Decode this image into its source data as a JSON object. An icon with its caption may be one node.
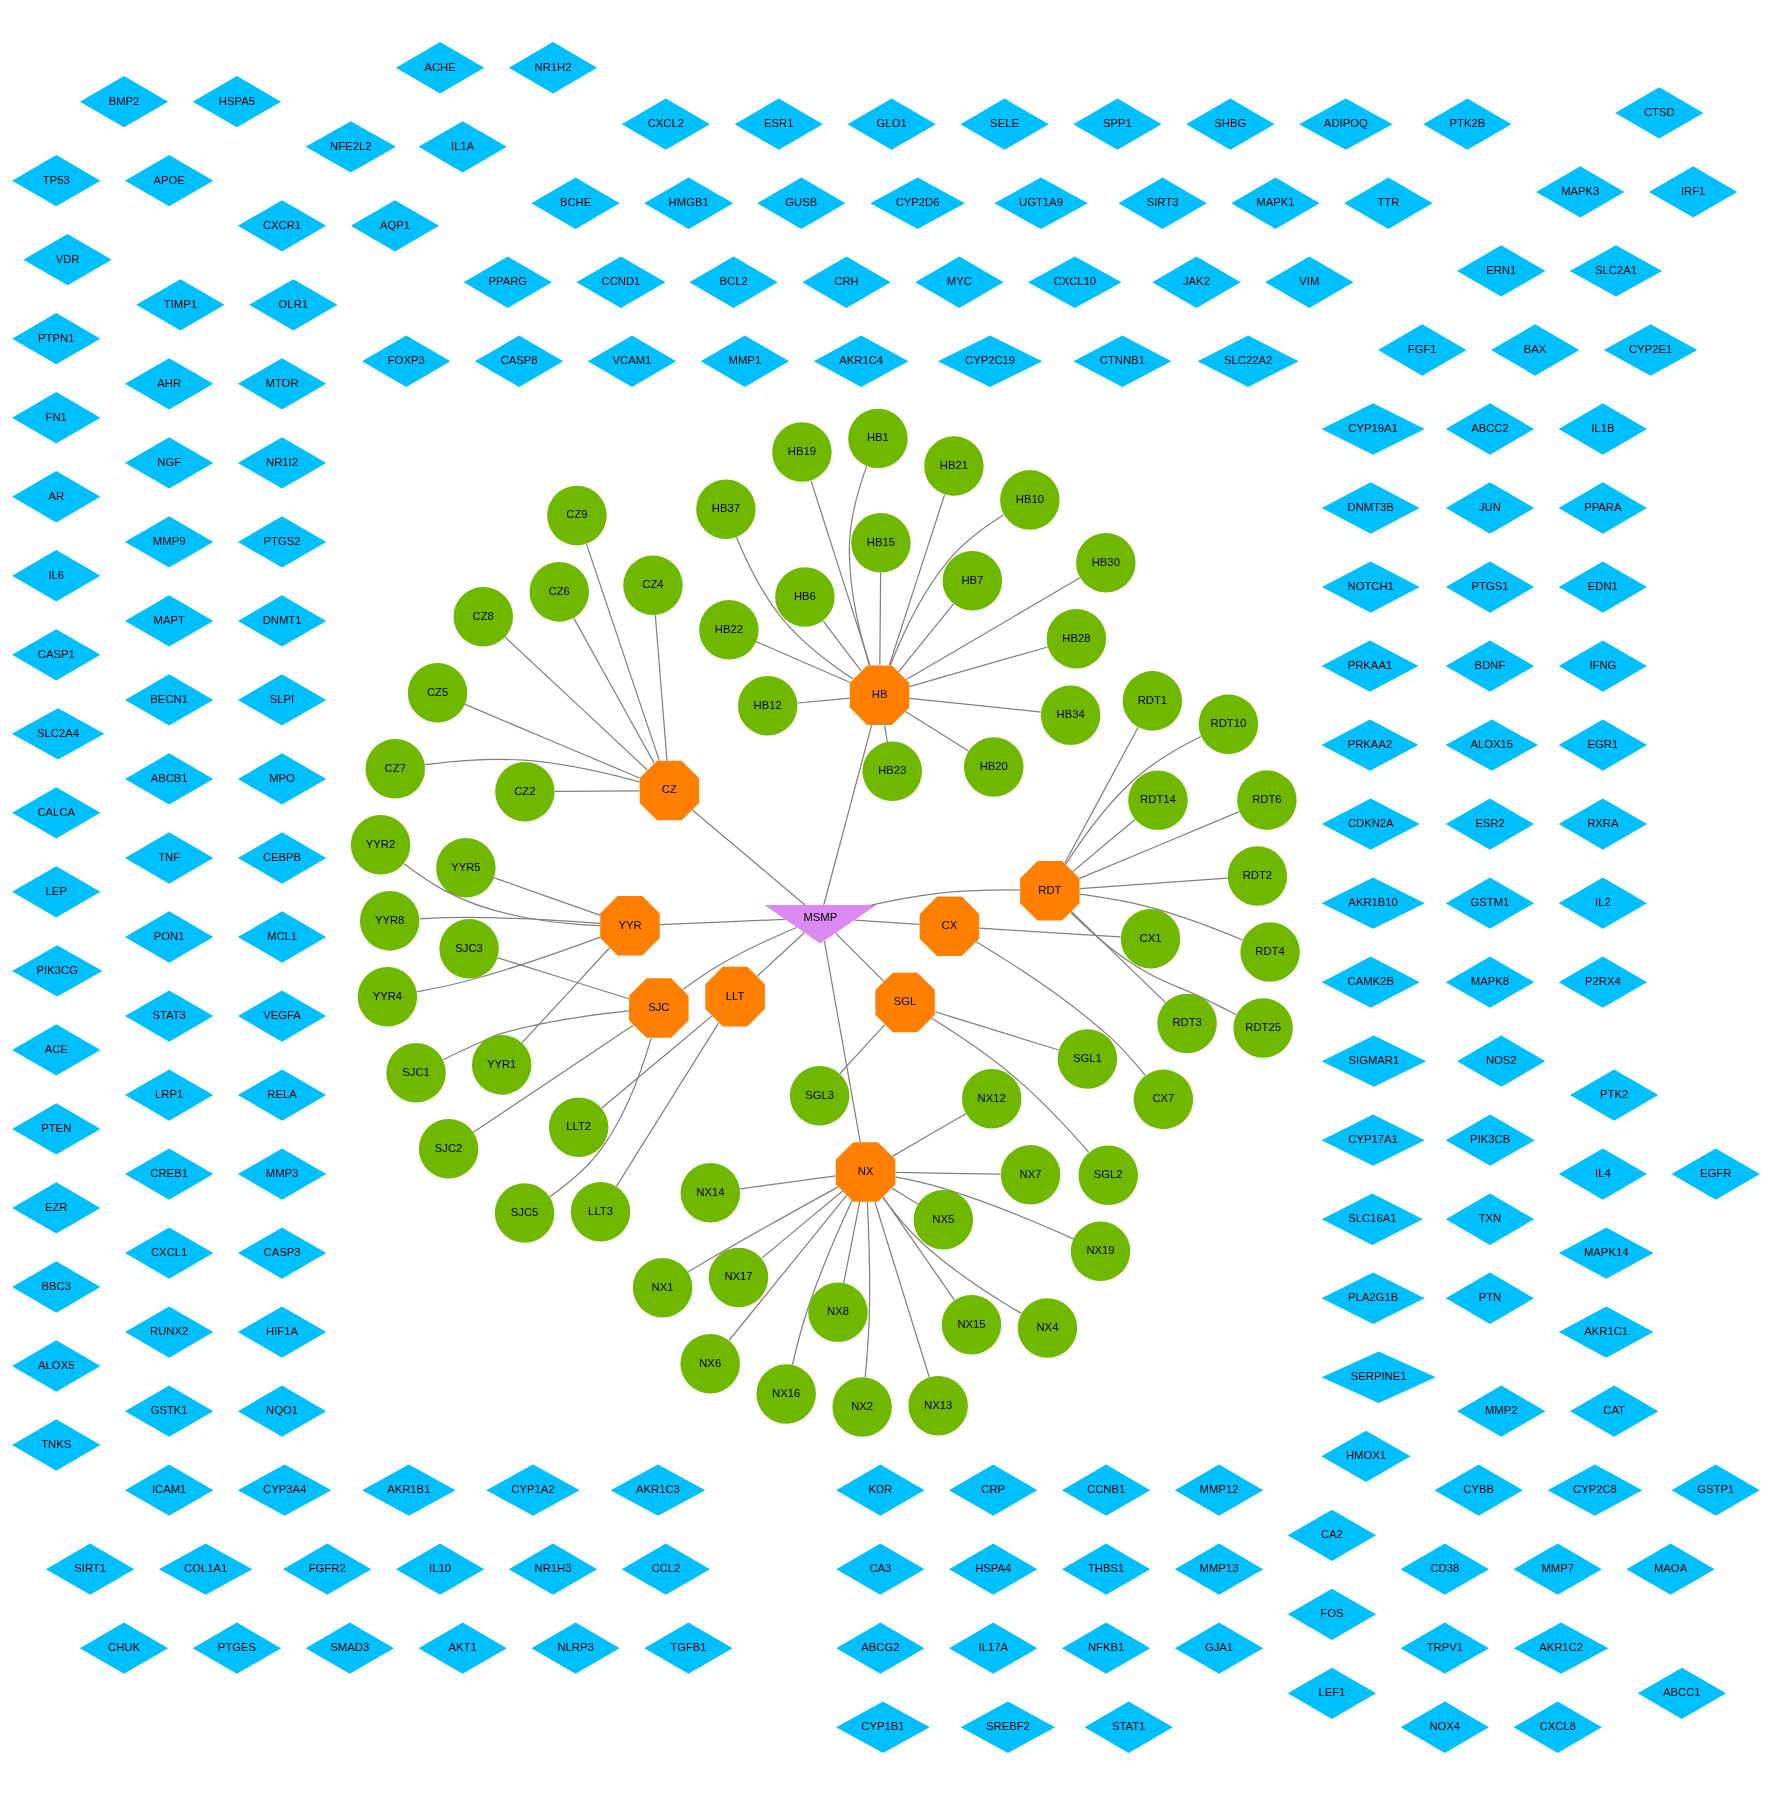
{
  "diagram": {
    "nodes": [
      {
        "text": [
          "MSMP"
        ]
      },
      {
        "text": [
          "HB"
        ]
      },
      {
        "text": [
          "NX"
        ]
      },
      {
        "text": [
          "CZ"
        ]
      },
      {
        "text": [
          "RDT"
        ]
      },
      {
        "text": [
          "SJC"
        ]
      },
      {
        "text": [
          "YYR"
        ]
      },
      {
        "text": [
          "CX"
        ]
      },
      {
        "text": [
          "SGL"
        ]
      },
      {
        "text": [
          "LLT"
        ]
      },
      {
        "text": [
          "HB23"
        ]
      },
      {
        "text": [
          "HB22"
        ]
      },
      {
        "text": [
          "HB28"
        ]
      },
      {
        "text": [
          "HB30"
        ]
      },
      {
        "text": [
          "HB21"
        ]
      },
      {
        "text": [
          "HB20"
        ]
      },
      {
        "text": [
          "HB34"
        ]
      },
      {
        "text": [
          "HB19"
        ]
      },
      {
        "text": [
          "HB37"
        ]
      },
      {
        "text": [
          "HB15"
        ]
      },
      {
        "text": [
          "HB6"
        ]
      },
      {
        "text": [
          "HB12"
        ]
      },
      {
        "text": [
          "HB7"
        ]
      },
      {
        "text": [
          "HB10"
        ]
      },
      {
        "text": [
          "HB1"
        ]
      },
      {
        "text": [
          "NX2"
        ]
      },
      {
        "text": [
          "NX19"
        ]
      },
      {
        "text": [
          "NX17"
        ]
      },
      {
        "text": [
          "NX16"
        ]
      },
      {
        "text": [
          "NX4"
        ]
      },
      {
        "text": [
          "NX5"
        ]
      },
      {
        "text": [
          "NX15"
        ]
      },
      {
        "text": [
          "NX6"
        ]
      },
      {
        "text": [
          "NX14"
        ]
      },
      {
        "text": [
          "NX7"
        ]
      },
      {
        "text": [
          "NX13"
        ]
      },
      {
        "text": [
          "NX8"
        ]
      },
      {
        "text": [
          "NX12"
        ]
      },
      {
        "text": [
          "NX1"
        ]
      },
      {
        "text": [
          "CZ7"
        ]
      },
      {
        "text": [
          "CZ6"
        ]
      },
      {
        "text": [
          "CZ8"
        ]
      },
      {
        "text": [
          "CZ5"
        ]
      },
      {
        "text": [
          "CZ9"
        ]
      },
      {
        "text": [
          "CZ4"
        ]
      },
      {
        "text": [
          "CZ2"
        ]
      },
      {
        "text": [
          "RDT25"
        ]
      },
      {
        "text": [
          "RDT3"
        ]
      },
      {
        "text": [
          "RDT2"
        ]
      },
      {
        "text": [
          "RDT4"
        ]
      },
      {
        "text": [
          "RDT14"
        ]
      },
      {
        "text": [
          "RDT6"
        ]
      },
      {
        "text": [
          "RDT10"
        ]
      },
      {
        "text": [
          "RDT1"
        ]
      },
      {
        "text": [
          "SJC3"
        ]
      },
      {
        "text": [
          "SJC5"
        ]
      },
      {
        "text": [
          "SJC2"
        ]
      },
      {
        "text": [
          "SJC1"
        ]
      },
      {
        "text": [
          "YYR5"
        ]
      },
      {
        "text": [
          "YYR4"
        ]
      },
      {
        "text": [
          "YYR8"
        ]
      },
      {
        "text": [
          "YYR2"
        ]
      },
      {
        "text": [
          "YYR1"
        ]
      },
      {
        "text": [
          "CX1"
        ]
      },
      {
        "text": [
          "CX7"
        ]
      },
      {
        "text": [
          "SGL3"
        ]
      },
      {
        "text": [
          "SGL2"
        ]
      },
      {
        "text": [
          "SGL1"
        ]
      },
      {
        "text": [
          "LLT3"
        ]
      },
      {
        "text": [
          "LLT2"
        ]
      },
      {
        "text": [
          "AKR1C4"
        ]
      },
      {
        "text": [
          "MMP1"
        ]
      },
      {
        "text": [
          "VCAM1"
        ]
      },
      {
        "text": [
          "CASP8"
        ]
      },
      {
        "text": [
          "FOXP3"
        ]
      },
      {
        "text": [
          "FGF1"
        ]
      },
      {
        "text": [
          "HMOX1"
        ]
      },
      {
        "text": [
          "OLR1"
        ]
      },
      {
        "text": [
          "KDR"
        ]
      },
      {
        "text": [
          "CRP"
        ]
      },
      {
        "text": [
          "CCNB1"
        ]
      },
      {
        "text": [
          "MMP12"
        ]
      },
      {
        "text": [
          "CYBB"
        ]
      },
      {
        "text": [
          "MTOR"
        ]
      },
      {
        "text": [
          "CYP3A4"
        ]
      },
      {
        "text": [
          "NR1I2"
        ]
      },
      {
        "text": [
          "AKR1B1"
        ]
      },
      {
        "text": [
          "PTGS2"
        ]
      },
      {
        "text": [
          "PLA2G1B"
        ]
      },
      {
        "text": [
          "DNMT1"
        ]
      },
      {
        "text": [
          "SLPI"
        ]
      },
      {
        "text": [
          "MPO"
        ]
      },
      {
        "text": [
          "CEBPB"
        ]
      },
      {
        "text": [
          "MCL1"
        ]
      },
      {
        "text": [
          "VEGFA"
        ]
      },
      {
        "text": [
          "CYP1A2"
        ]
      },
      {
        "text": [
          "RELA"
        ]
      },
      {
        "text": [
          "MMP3"
        ]
      },
      {
        "text": [
          "SLC16A1"
        ]
      },
      {
        "text": [
          "CASP3"
        ]
      },
      {
        "text": [
          "AKR1C3"
        ]
      },
      {
        "text": [
          "HIF1A"
        ]
      },
      {
        "text": [
          "NQO1"
        ]
      },
      {
        "text": [
          "PTN"
        ]
      },
      {
        "text": [
          "TXN"
        ]
      },
      {
        "text": [
          "CYP17A1"
        ]
      },
      {
        "text": [
          "PIK3CB"
        ]
      },
      {
        "text": [
          "MAPK8"
        ]
      },
      {
        "text": [
          "GSTM1"
        ]
      },
      {
        "text": [
          "ESR2"
        ]
      },
      {
        "text": [
          "ALOX15"
        ]
      },
      {
        "text": [
          "BDNF"
        ]
      },
      {
        "text": [
          "PTGS1"
        ]
      },
      {
        "text": [
          "JUN"
        ]
      },
      {
        "text": [
          "ABCC2"
        ]
      },
      {
        "text": [
          "VIM"
        ]
      },
      {
        "text": [
          "JAK2"
        ]
      },
      {
        "text": [
          "CXCL10"
        ]
      },
      {
        "text": [
          "MYC"
        ]
      },
      {
        "text": [
          "CRH"
        ]
      },
      {
        "text": [
          "BCL2"
        ]
      },
      {
        "text": [
          "CCND1"
        ]
      },
      {
        "text": [
          "PPARG"
        ]
      },
      {
        "text": [
          "MMP2"
        ]
      },
      {
        "text": [
          "SIGMAR1"
        ]
      },
      {
        "text": [
          "CAMK2B"
        ]
      },
      {
        "text": [
          "NOS2"
        ]
      },
      {
        "text": [
          "ERN1"
        ]
      },
      {
        "text": [
          "CA2"
        ]
      },
      {
        "text": [
          "BAX"
        ]
      },
      {
        "text": [
          "AQP1"
        ]
      },
      {
        "text": [
          "AKR1B10"
        ]
      },
      {
        "text": [
          "CXCR1"
        ]
      },
      {
        "text": [
          "CA3"
        ]
      },
      {
        "text": [
          "HSPA4"
        ]
      },
      {
        "text": [
          "THBS1"
        ]
      },
      {
        "text": [
          "MMP13"
        ]
      },
      {
        "text": [
          "CD38"
        ]
      },
      {
        "text": [
          "MMP7"
        ]
      },
      {
        "text": [
          "COL1A1"
        ]
      },
      {
        "text": [
          "FGFR2"
        ]
      },
      {
        "text": [
          "IL10"
        ]
      },
      {
        "text": [
          "NR1H3"
        ]
      },
      {
        "text": [
          "CCL2"
        ]
      },
      {
        "text": [
          "TTR"
        ]
      },
      {
        "text": [
          "MAPK1"
        ]
      },
      {
        "text": [
          "SIRT3"
        ]
      },
      {
        "text": [
          "UGT1A9"
        ]
      },
      {
        "text": [
          "CYP2D6"
        ]
      },
      {
        "text": [
          "GUSB"
        ]
      },
      {
        "text": [
          "HMGB1"
        ]
      },
      {
        "text": [
          "BCHE"
        ]
      },
      {
        "text": [
          "MAPK3"
        ]
      },
      {
        "text": [
          "CYP2C8"
        ]
      },
      {
        "text": [
          "TIMP1"
        ]
      },
      {
        "text": [
          "APOE"
        ]
      },
      {
        "text": [
          "CDKN2A"
        ]
      },
      {
        "text": [
          "PRKAA2"
        ]
      },
      {
        "text": [
          "AHR"
        ]
      },
      {
        "text": [
          "NGF"
        ]
      },
      {
        "text": [
          "MMP9"
        ]
      },
      {
        "text": [
          "MAPT"
        ]
      },
      {
        "text": [
          "AKR1C1"
        ]
      },
      {
        "text": [
          "BECN1"
        ]
      },
      {
        "text": [
          "ABCB1"
        ]
      },
      {
        "text": [
          "TNF"
        ]
      },
      {
        "text": [
          "MAPK14"
        ]
      },
      {
        "text": [
          "PON1"
        ]
      },
      {
        "text": [
          "STAT3"
        ]
      },
      {
        "text": [
          "PRKAA1"
        ]
      },
      {
        "text": [
          "LRP1"
        ]
      },
      {
        "text": [
          "CREB1"
        ]
      },
      {
        "text": [
          "CXCL1"
        ]
      },
      {
        "text": [
          "RUNX2"
        ]
      },
      {
        "text": [
          "GSTK1"
        ]
      },
      {
        "text": [
          "ICAM1"
        ]
      },
      {
        "text": [
          "FOS"
        ]
      },
      {
        "text": [
          "IL4"
        ]
      },
      {
        "text": [
          "P2RX4"
        ]
      },
      {
        "text": [
          "IL2"
        ]
      },
      {
        "text": [
          "RXRA"
        ]
      },
      {
        "text": [
          "EGR1"
        ]
      },
      {
        "text": [
          "IFNG"
        ]
      },
      {
        "text": [
          "EDN1"
        ]
      },
      {
        "text": [
          "PPARA"
        ]
      },
      {
        "text": [
          "IL1B"
        ]
      },
      {
        "text": [
          "CAT"
        ]
      },
      {
        "text": [
          "PTK2"
        ]
      },
      {
        "text": [
          "SLC2A1"
        ]
      },
      {
        "text": [
          "IL1A"
        ]
      },
      {
        "text": [
          "NFE2L2"
        ]
      },
      {
        "text": [
          "ABCG2"
        ]
      },
      {
        "text": [
          "IL17A"
        ]
      },
      {
        "text": [
          "NFKB1"
        ]
      },
      {
        "text": [
          "GJA1"
        ]
      },
      {
        "text": [
          "TRPV1"
        ]
      },
      {
        "text": [
          "AKR1C2"
        ]
      },
      {
        "text": [
          "CHUK"
        ]
      },
      {
        "text": [
          "PTGES"
        ]
      },
      {
        "text": [
          "SMAD3"
        ]
      },
      {
        "text": [
          "NOTCH1"
        ]
      },
      {
        "text": [
          "AKT1"
        ]
      },
      {
        "text": [
          "DNMT3B"
        ]
      },
      {
        "text": [
          "CYP19A1"
        ]
      },
      {
        "text": [
          "NLRP3"
        ]
      },
      {
        "text": [
          "TGFB1"
        ]
      },
      {
        "text": [
          "CYP2E1"
        ]
      },
      {
        "text": [
          "PTK2B"
        ]
      },
      {
        "text": [
          "ADIPOQ"
        ]
      },
      {
        "text": [
          "SLC22A2"
        ]
      },
      {
        "text": [
          "SHBG"
        ]
      },
      {
        "text": [
          "SPP1"
        ]
      },
      {
        "text": [
          "SELE"
        ]
      },
      {
        "text": [
          "GLO1"
        ]
      },
      {
        "text": [
          "ESR1"
        ]
      },
      {
        "text": [
          "CXCL2"
        ]
      },
      {
        "text": [
          "CTSD"
        ]
      },
      {
        "text": [
          "MAOA"
        ]
      },
      {
        "text": [
          "CTNNB1"
        ]
      },
      {
        "text": [
          "HSPA5"
        ]
      },
      {
        "text": [
          "BMP2"
        ]
      },
      {
        "text": [
          "SIRT1"
        ]
      },
      {
        "text": [
          "LEF1"
        ]
      },
      {
        "text": [
          "ABCC1"
        ]
      },
      {
        "text": [
          "IRF1"
        ]
      },
      {
        "text": [
          "VDR"
        ]
      },
      {
        "text": [
          "NR1H2"
        ]
      },
      {
        "text": [
          "ACHE"
        ]
      },
      {
        "text": [
          "TP53"
        ]
      },
      {
        "text": [
          "PTPN1"
        ]
      },
      {
        "text": [
          "FN1"
        ]
      },
      {
        "text": [
          "AR"
        ]
      },
      {
        "text": [
          "IL6"
        ]
      },
      {
        "text": [
          "CASP1"
        ]
      },
      {
        "text": [
          "CYP2C19"
        ]
      },
      {
        "text": [
          "SERPINE1"
        ]
      },
      {
        "text": [
          "SLC2A4"
        ]
      },
      {
        "text": [
          "CALCA"
        ]
      },
      {
        "text": [
          "CYP1B1"
        ]
      },
      {
        "text": [
          "LEP"
        ]
      },
      {
        "text": [
          "PIK3CG"
        ]
      },
      {
        "text": [
          "ACE"
        ]
      },
      {
        "text": [
          "PTEN"
        ]
      },
      {
        "text": [
          "SREBF2"
        ]
      },
      {
        "text": [
          "EZR"
        ]
      },
      {
        "text": [
          "BBC3"
        ]
      },
      {
        "text": [
          "ALOX5"
        ]
      },
      {
        "text": [
          "TNKS"
        ]
      },
      {
        "text": [
          "STAT1"
        ]
      },
      {
        "text": [
          "NOX4"
        ]
      },
      {
        "text": [
          "CXCL8"
        ]
      },
      {
        "text": [
          "GSTP1"
        ]
      },
      {
        "text": [
          "EGFR"
        ]
      }
    ],
    "edges": [
      {
        "from": 0,
        "to": 1,
        "arrow": "none"
      },
      {
        "from": 0,
        "to": 2,
        "arrow": "none"
      },
      {
        "from": 0,
        "to": 3,
        "arrow": "none"
      },
      {
        "from": 0,
        "to": 4,
        "arrow": "none"
      },
      {
        "from": 0,
        "to": 5,
        "arrow": "none"
      },
      {
        "from": 0,
        "to": 6,
        "arrow": "none"
      },
      {
        "from": 0,
        "to": 7,
        "arrow": "none"
      },
      {
        "from": 0,
        "to": 8,
        "arrow": "none"
      },
      {
        "from": 0,
        "to": 9,
        "arrow": "none"
      },
      {
        "from": 1,
        "to": 10,
        "arrow": "none"
      },
      {
        "from": 1,
        "to": 11,
        "arrow": "none"
      },
      {
        "from": 1,
        "to": 12,
        "arrow": "none"
      },
      {
        "from": 1,
        "to": 13,
        "arrow": "none"
      },
      {
        "from": 1,
        "to": 14,
        "arrow": "none"
      },
      {
        "from": 1,
        "to": 15,
        "arrow": "none"
      },
      {
        "from": 1,
        "to": 16,
        "arrow": "none"
      },
      {
        "from": 1,
        "to": 17,
        "arrow": "none"
      },
      {
        "from": 1,
        "to": 18,
        "arrow": "none"
      },
      {
        "from": 1,
        "to": 19,
        "arrow": "none"
      },
      {
        "from": 1,
        "to": 20,
        "arrow": "none"
      },
      {
        "from": 1,
        "to": 21,
        "arrow": "none"
      },
      {
        "from": 1,
        "to": 22,
        "arrow": "none"
      },
      {
        "from": 1,
        "to": 23,
        "arrow": "none"
      },
      {
        "from": 1,
        "to": 24,
        "arrow": "none"
      },
      {
        "from": 2,
        "to": 25,
        "arrow": "none"
      },
      {
        "from": 2,
        "to": 26,
        "arrow": "none"
      },
      {
        "from": 2,
        "to": 27,
        "arrow": "none"
      },
      {
        "from": 2,
        "to": 28,
        "arrow": "none"
      },
      {
        "from": 2,
        "to": 29,
        "arrow": "none"
      },
      {
        "from": 2,
        "to": 30,
        "arrow": "none"
      },
      {
        "from": 2,
        "to": 31,
        "arrow": "none"
      },
      {
        "from": 2,
        "to": 32,
        "arrow": "none"
      },
      {
        "from": 2,
        "to": 33,
        "arrow": "none"
      },
      {
        "from": 2,
        "to": 34,
        "arrow": "none"
      },
      {
        "from": 2,
        "to": 35,
        "arrow": "none"
      },
      {
        "from": 2,
        "to": 36,
        "arrow": "none"
      },
      {
        "from": 2,
        "to": 37,
        "arrow": "none"
      },
      {
        "from": 2,
        "to": 38,
        "arrow": "none"
      },
      {
        "from": 3,
        "to": 39,
        "arrow": "none"
      },
      {
        "from": 3,
        "to": 40,
        "arrow": "none"
      },
      {
        "from": 3,
        "to": 41,
        "arrow": "none"
      },
      {
        "from": 3,
        "to": 42,
        "arrow": "none"
      },
      {
        "from": 3,
        "to": 43,
        "arrow": "none"
      },
      {
        "from": 3,
        "to": 44,
        "arrow": "none"
      },
      {
        "from": 3,
        "to": 45,
        "arrow": "none"
      },
      {
        "from": 4,
        "to": 46,
        "arrow": "none"
      },
      {
        "from": 4,
        "to": 47,
        "arrow": "none"
      },
      {
        "from": 4,
        "to": 48,
        "arrow": "none"
      },
      {
        "from": 4,
        "to": 49,
        "arrow": "none"
      },
      {
        "from": 4,
        "to": 50,
        "arrow": "none"
      },
      {
        "from": 4,
        "to": 51,
        "arrow": "none"
      },
      {
        "from": 4,
        "to": 52,
        "arrow": "none"
      },
      {
        "from": 4,
        "to": 53,
        "arrow": "none"
      },
      {
        "from": 5,
        "to": 54,
        "arrow": "none"
      },
      {
        "from": 5,
        "to": 55,
        "arrow": "none"
      },
      {
        "from": 5,
        "to": 56,
        "arrow": "none"
      },
      {
        "from": 5,
        "to": 57,
        "arrow": "none"
      },
      {
        "from": 6,
        "to": 58,
        "arrow": "none"
      },
      {
        "from": 6,
        "to": 59,
        "arrow": "none"
      },
      {
        "from": 6,
        "to": 60,
        "arrow": "none"
      },
      {
        "from": 6,
        "to": 61,
        "arrow": "none"
      },
      {
        "from": 6,
        "to": 62,
        "arrow": "none"
      },
      {
        "from": 7,
        "to": 63,
        "arrow": "none"
      },
      {
        "from": 7,
        "to": 64,
        "arrow": "none"
      },
      {
        "from": 8,
        "to": 65,
        "arrow": "none"
      },
      {
        "from": 8,
        "to": 66,
        "arrow": "none"
      },
      {
        "from": 8,
        "to": 67,
        "arrow": "none"
      },
      {
        "from": 9,
        "to": 68,
        "arrow": "none"
      },
      {
        "from": 9,
        "to": 69,
        "arrow": "none"
      }
    ]
  }
}
